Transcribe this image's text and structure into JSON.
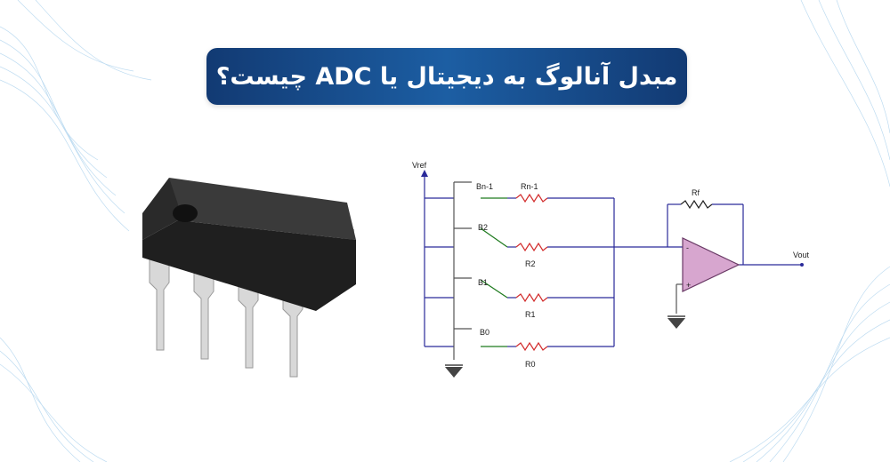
{
  "title": "مبدل آنالوگ به دیجیتال یا ADC چیست؟",
  "colors": {
    "banner_start": "#123a73",
    "banner_end": "#1c5ea3",
    "wave_blue": "#6fb1e0",
    "wire_blue": "#2a2a9a",
    "resistor_red": "#d22b2b",
    "switch_green": "#1e7a1e",
    "opamp_fill": "#d7a6cf",
    "chip_body": "#2c2c2c",
    "pin_silver": "#d0d0d0"
  },
  "icons": {
    "chip": "dip-8-ic-chip",
    "circuit": "dac-ladder-schematic"
  },
  "circuit": {
    "vref_label": "Vref",
    "vout_label": "Vout",
    "feedback_resistor_label": "Rf",
    "bits": [
      "Bn-1",
      "B2",
      "B1",
      "B0"
    ],
    "resistors": [
      "Rn-1",
      "R2",
      "R1",
      "R0"
    ],
    "opamp_minus": "-",
    "opamp_plus": "+"
  }
}
